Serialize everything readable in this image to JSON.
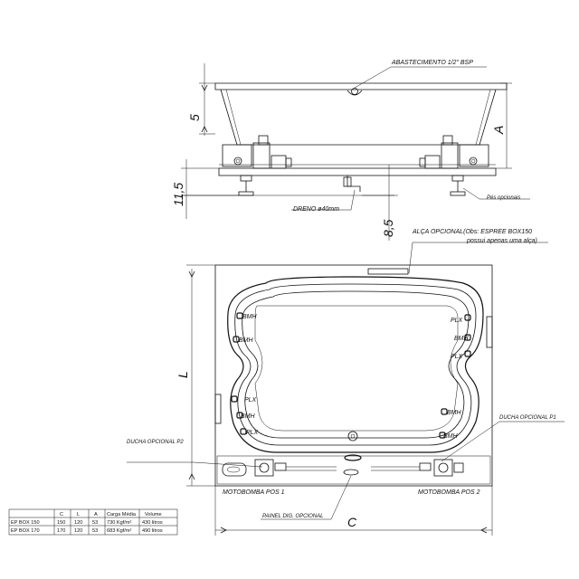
{
  "side_view": {
    "supply_label": "ABASTECIMENTO 1/2\" BSP",
    "drain_label": "DRENO ø40mm",
    "feet_label": "Pés opcionais",
    "dim_5": "5",
    "dim_11_5": "11,5",
    "dim_8_5": "8,5",
    "dim_A": "A"
  },
  "top_view": {
    "handle_label_line1": "ALÇA OPCIONAL(Obs: ESPREE BOX150",
    "handle_label_line2": "possui apenas uma alça)",
    "shower_p1": "DUCHA OPCIONAL P1",
    "shower_p2": "DUCHA OPCIONAL P2",
    "pump_pos1": "MOTOBOMBA POS 1",
    "pump_pos2": "MOTOBOMBA POS 2",
    "panel_label": "PAINEL DIG. OPCIONAL",
    "dim_L": "L",
    "dim_C": "C",
    "jets_left": [
      "BMH",
      "BMH",
      "PLX",
      "BMH",
      "PLX"
    ],
    "jets_right": [
      "PLX",
      "BMH",
      "PLX",
      "BMH",
      "BMH"
    ]
  },
  "spec_table": {
    "headers": [
      "",
      "C",
      "L",
      "A",
      "Carga Média",
      "Volume"
    ],
    "rows": [
      [
        "EP BOX 150",
        "150",
        "120",
        "53",
        "730 Kgf/m²",
        "430 litros"
      ],
      [
        "EP BOX 170",
        "170",
        "120",
        "53",
        "683 Kgf/m²",
        "490 litros"
      ]
    ]
  }
}
